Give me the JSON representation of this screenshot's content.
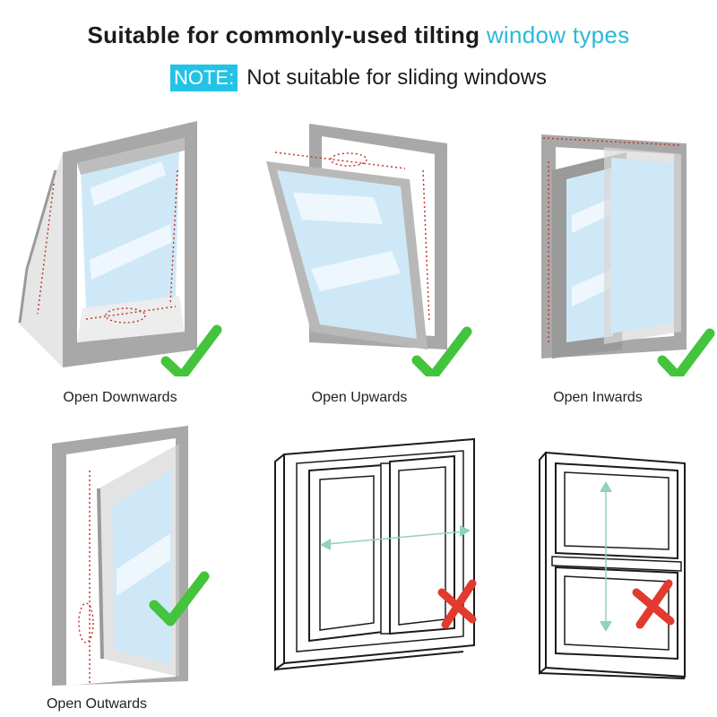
{
  "header": {
    "title_main": "Suitable for commonly-used tilting ",
    "title_highlight": "window types",
    "note_badge": "NOTE:",
    "note_text": "Not suitable for sliding windows"
  },
  "window_types": [
    {
      "label": "Open Downwards",
      "status": "suitable"
    },
    {
      "label": "Open Upwards",
      "status": "suitable"
    },
    {
      "label": "Open Inwards",
      "status": "suitable"
    },
    {
      "label": "Open Outwards",
      "status": "suitable"
    },
    {
      "label": "",
      "status": "not-suitable"
    },
    {
      "label": "",
      "status": "not-suitable"
    }
  ],
  "colors": {
    "accent": "#2cb8d6",
    "badge": "#22c3e6",
    "check": "#43c43c",
    "cross": "#e23a2e",
    "frame": "#9a9a9a",
    "glass": "#cfe8f7"
  }
}
